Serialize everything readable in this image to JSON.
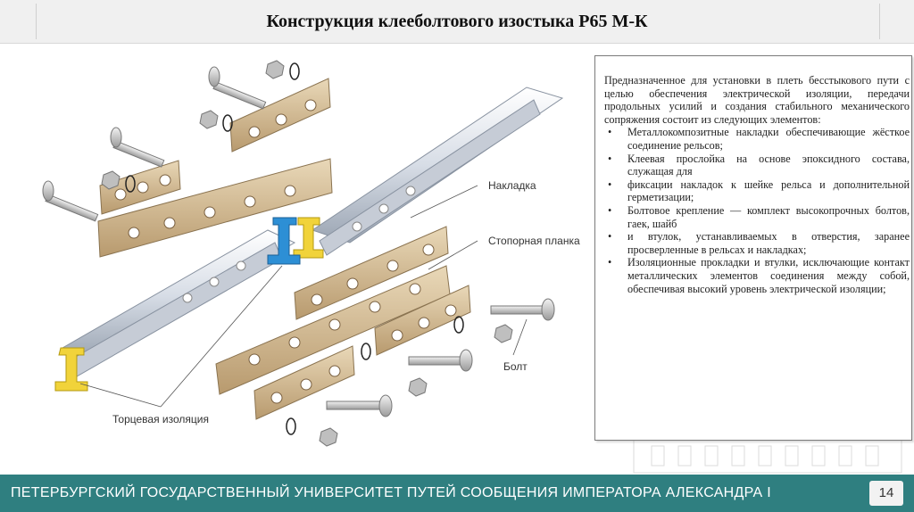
{
  "slide": {
    "title": "Конструкция клееболтового изостыка Р65 М-К",
    "figure": {
      "labels": {
        "plate": "Накладка",
        "stop_plate": "Стопорная планка",
        "bolt": "Болт",
        "end_insulation": "Торцевая изоляция"
      }
    },
    "panel": {
      "intro": "Предназначенное для установки в плеть бесстыкового пути с целью обеспечения электрической изоляции, передачи продольных усилий и создания стабильного механического сопряжения состоит из следующих элементов:",
      "items": [
        {
          "text": "Металлокомпозитные накладки обеспечивающие жёсткое соединение рельсов;",
          "bullet": true
        },
        {
          "text": "Клеевая прослойка на основе эпоксидного состава, служащая для",
          "bullet": true
        },
        {
          "text": "фиксации накладок к шейке рельса и дополнительной герметизации;",
          "bullet": true
        },
        {
          "text": "Болтовое крепление — комплект высокопрочных болтов, гаек, шайб",
          "bullet": true
        },
        {
          "text": "и втулок, устанавливаемых в отверстия, заранее просверленные в рельсах и накладках;",
          "bullet": true
        },
        {
          "text": "Изоляционные прокладки и втулки, исключающие контакт металлических элементов соединения между собой, обеспечивая высокий уровень электрической изоляции;",
          "bullet": true
        }
      ]
    },
    "footer": {
      "university": "ПЕТЕРБУРГСКИЙ ГОСУДАРСТВЕННЫЙ УНИВЕРСИТЕТ ПУТЕЙ СООБЩЕНИЯ ИМПЕРАТОРА АЛЕКСАНДРА I",
      "page_number": "14"
    }
  }
}
